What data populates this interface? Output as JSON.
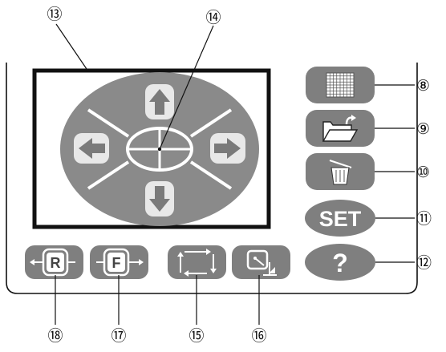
{
  "colors": {
    "button_gray": "#7f7f7f",
    "pad_gray": "#8a8a8a",
    "arrow_tile": "#e8e8e8",
    "line": "#111111"
  },
  "side_buttons": [
    {
      "name": "grid-button",
      "icon": "grid-icon",
      "callout": "⑧"
    },
    {
      "name": "open-folder-button",
      "icon": "folder-open-icon",
      "callout": "⑨"
    },
    {
      "name": "delete-button",
      "icon": "trash-icon",
      "callout": "⑩"
    },
    {
      "name": "set-button",
      "label": "SET",
      "callout": "⑪"
    },
    {
      "name": "help-button",
      "label": "?",
      "callout": "⑫"
    }
  ],
  "bottom_buttons": [
    {
      "name": "r-button",
      "letter": "R",
      "icon": "arrow-left-icon",
      "callout": "⑱"
    },
    {
      "name": "f-button",
      "letter": "F",
      "icon": "arrow-right-icon",
      "callout": "⑰"
    },
    {
      "name": "rotate-button",
      "icon": "rotate-arrows-icon",
      "callout": "⑮"
    },
    {
      "name": "resize-button",
      "icon": "resize-icon",
      "callout": "⑯"
    }
  ],
  "screen": {
    "callout": "⑬",
    "center_callout": "⑭"
  }
}
